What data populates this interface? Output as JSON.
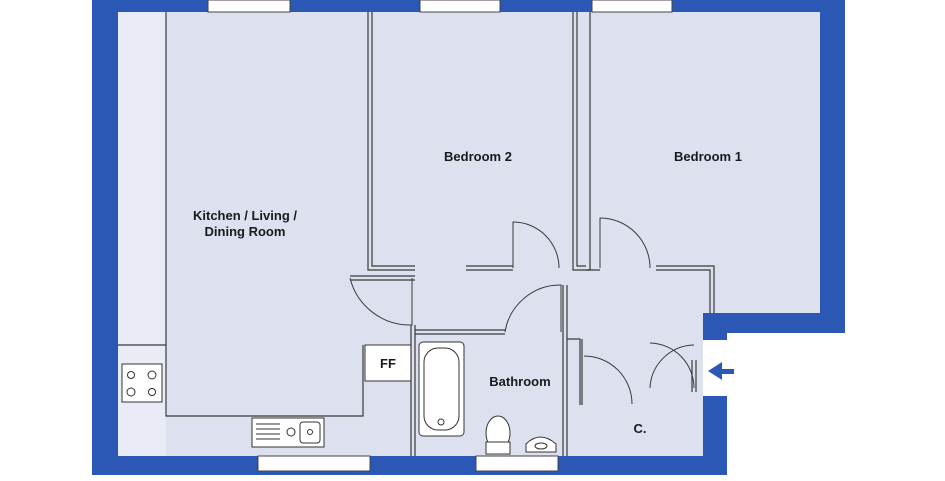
{
  "rooms": {
    "kitchen_line1": "Kitchen / Living /",
    "kitchen_line2": "Dining Room",
    "bedroom2": "Bedroom 2",
    "bedroom1": "Bedroom 1",
    "bathroom": "Bathroom",
    "cupboard": "C.",
    "fridge_freezer": "FF"
  },
  "colors": {
    "wall": "#2b58b5",
    "floor": "#dde1ef",
    "kitchen_strip": "#e9ebf6",
    "line": "#3a3a3a"
  },
  "icons": [
    "hob-icon",
    "sink-icon",
    "bath-icon",
    "toilet-icon",
    "basin-icon",
    "entrance-arrow-icon"
  ]
}
